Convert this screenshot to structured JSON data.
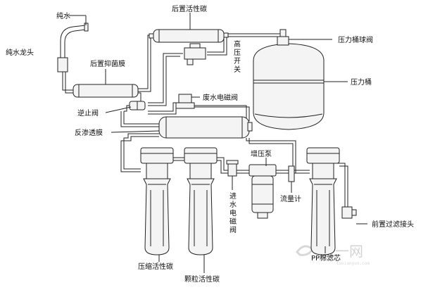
{
  "labels": {
    "pure_water": "纯水",
    "pure_faucet": "纯水龙头",
    "post_carbon": "后置活性碳",
    "post_antibacterial": "后置抑菌膜",
    "high_pressure_switch": [
      "高",
      "压",
      "开",
      "关"
    ],
    "tank_ball_valve": "压力桶球阀",
    "pressure_tank": "压力桶",
    "waste_solenoid": "废水电磁阀",
    "check_valve": "逆止阀",
    "ro_membrane": "反渗透膜",
    "booster_pump": "增压泵",
    "inlet_solenoid": [
      "进",
      "水",
      "电",
      "磁",
      "阀"
    ],
    "flow_meter": "流量计",
    "compressed_carbon": "压缩活性碳",
    "granular_carbon": "颗粒活性碳",
    "pp_cotton": "PP棉滤芯",
    "pre_filter_joint": "前置过滤接头"
  },
  "watermark": {
    "text": "土一网",
    "url": "tuxiaoyun.com"
  }
}
